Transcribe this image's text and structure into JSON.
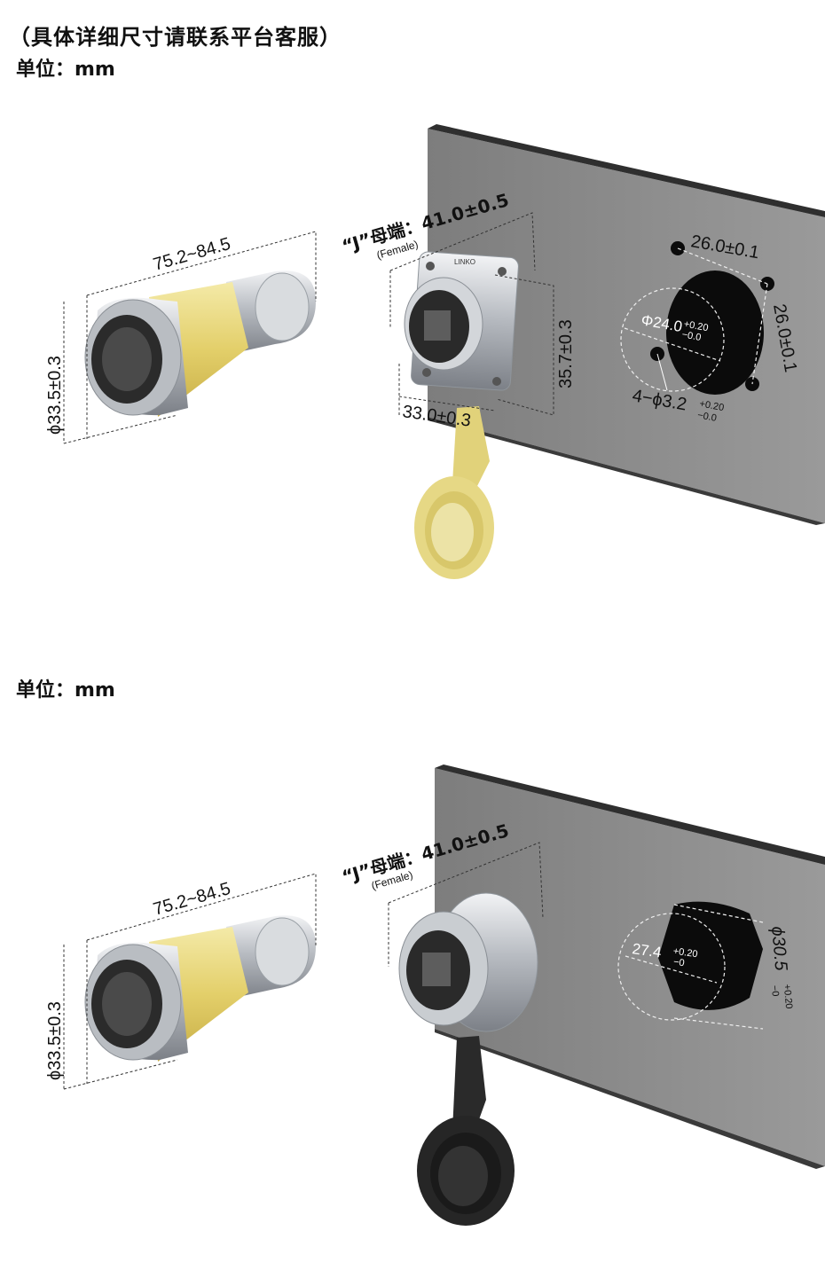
{
  "header": {
    "note": "（具体详细尺寸请联系平台客服）",
    "unit_1": "单位：mm",
    "unit_2": "单位：mm"
  },
  "diagram_1": {
    "plug_length": "75.2~84.5",
    "plug_diameter": "ϕ33.5±0.3",
    "female_label": "“J”母端：41.0±0.5",
    "female_sub": "(Female)",
    "flange_width": "33.0±0.3",
    "flange_height": "35.7±0.3",
    "hole_spacing_h": "26.0±0.1",
    "hole_spacing_v": "26.0±0.1",
    "cutout_diameter": "Φ24.0",
    "cutout_tol_plus": "+0.20",
    "cutout_tol_minus": "−0.0",
    "screw_holes": "4−ϕ3.2",
    "screw_tol_plus": "+0.20",
    "screw_tol_minus": "−0.0",
    "brand_mark": "LINKO"
  },
  "diagram_2": {
    "plug_length": "75.2~84.5",
    "plug_diameter": "ϕ33.5±0.3",
    "female_label": "“J”母端：41.0±0.5",
    "female_sub": "(Female)",
    "cutout_flat": "27.4",
    "cutout_flat_tol_plus": "+0.20",
    "cutout_flat_tol_minus": "−0",
    "cutout_diameter": "ϕ30.5",
    "cutout_diameter_tol_plus": "+0.20",
    "cutout_diameter_tol_minus": "−0"
  },
  "colors": {
    "panel": "#8b8b8b",
    "panel_edge": "#2f2f2f",
    "cap_yellow": "#e5d57e",
    "cap_black": "#262626",
    "metal": "#cfd2d6"
  }
}
